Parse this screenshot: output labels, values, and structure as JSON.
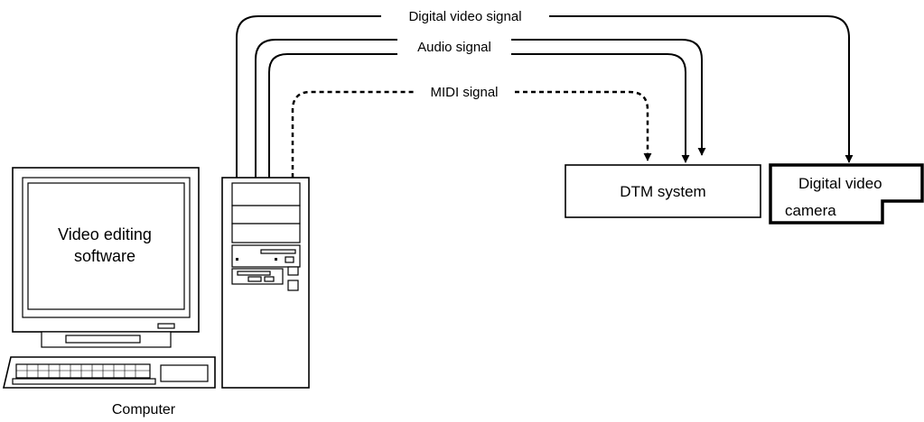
{
  "signals": {
    "video": "Digital video signal",
    "audio": "Audio signal",
    "midi": "MIDI signal"
  },
  "devices": {
    "dtm": "DTM system",
    "camera_line1": "Digital video",
    "camera_line2": "camera",
    "screen_line1": "Video editing",
    "screen_line2": "software",
    "computer": "Computer"
  }
}
